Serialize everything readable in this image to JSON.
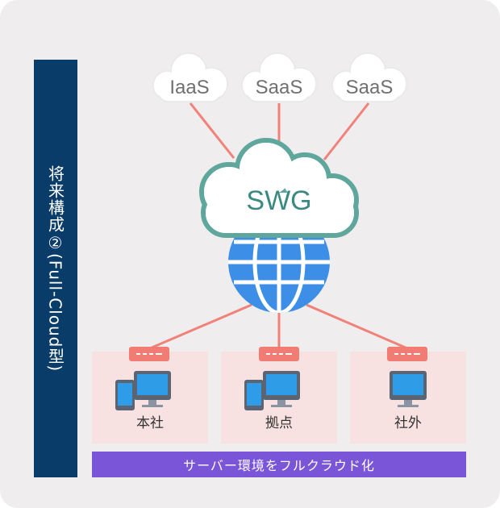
{
  "title": "将来構成②(Full-Cloud型)",
  "clouds": [
    "IaaS",
    "SaaS",
    "SaaS"
  ],
  "gateway": "SWG",
  "sites": [
    "本社",
    "拠点",
    "社外"
  ],
  "banner": "サーバー環境をフルクラウド化",
  "icons": {
    "gateway": "globe-icon",
    "router": "router-icon",
    "desktop": "desktop-monitor-icon",
    "mobile": "smartphone-icon"
  },
  "colors": {
    "background": "#efeded",
    "sidebar": "#0a3c6a",
    "link_line": "#f0827a",
    "swg_cloud_border": "#5fa79c",
    "globe": "#3d8ee6",
    "site_panel": "#f8e1e1",
    "router": "#f07c74",
    "banner": "#7b55d8"
  }
}
